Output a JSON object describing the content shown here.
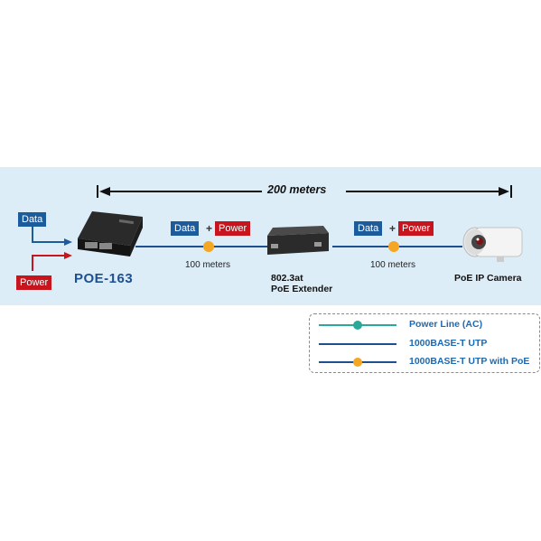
{
  "distance": {
    "total_label": "200 meters",
    "segment1_label": "100 meters",
    "segment2_label": "100 meters"
  },
  "inputs": {
    "data_label": "Data",
    "power_label": "Power"
  },
  "injector": {
    "name": "POE-163"
  },
  "segment_tags": {
    "data": "Data",
    "plus": "+",
    "power": "Power"
  },
  "extender": {
    "line1": "802.3at",
    "line2": "PoE Extender"
  },
  "camera": {
    "label": "PoE IP Camera"
  },
  "legend": {
    "items": [
      {
        "label": "Power Line (AC)"
      },
      {
        "label": "1000BASE-T UTP"
      },
      {
        "label": "1000BASE-T UTP with PoE"
      }
    ]
  },
  "colors": {
    "data": "#1d5c9c",
    "power": "#c8141c",
    "poe_dot": "#f5a623",
    "ac_line": "#2aa89a",
    "utp_line": "#1d4f91",
    "band": "#dcedf8"
  }
}
